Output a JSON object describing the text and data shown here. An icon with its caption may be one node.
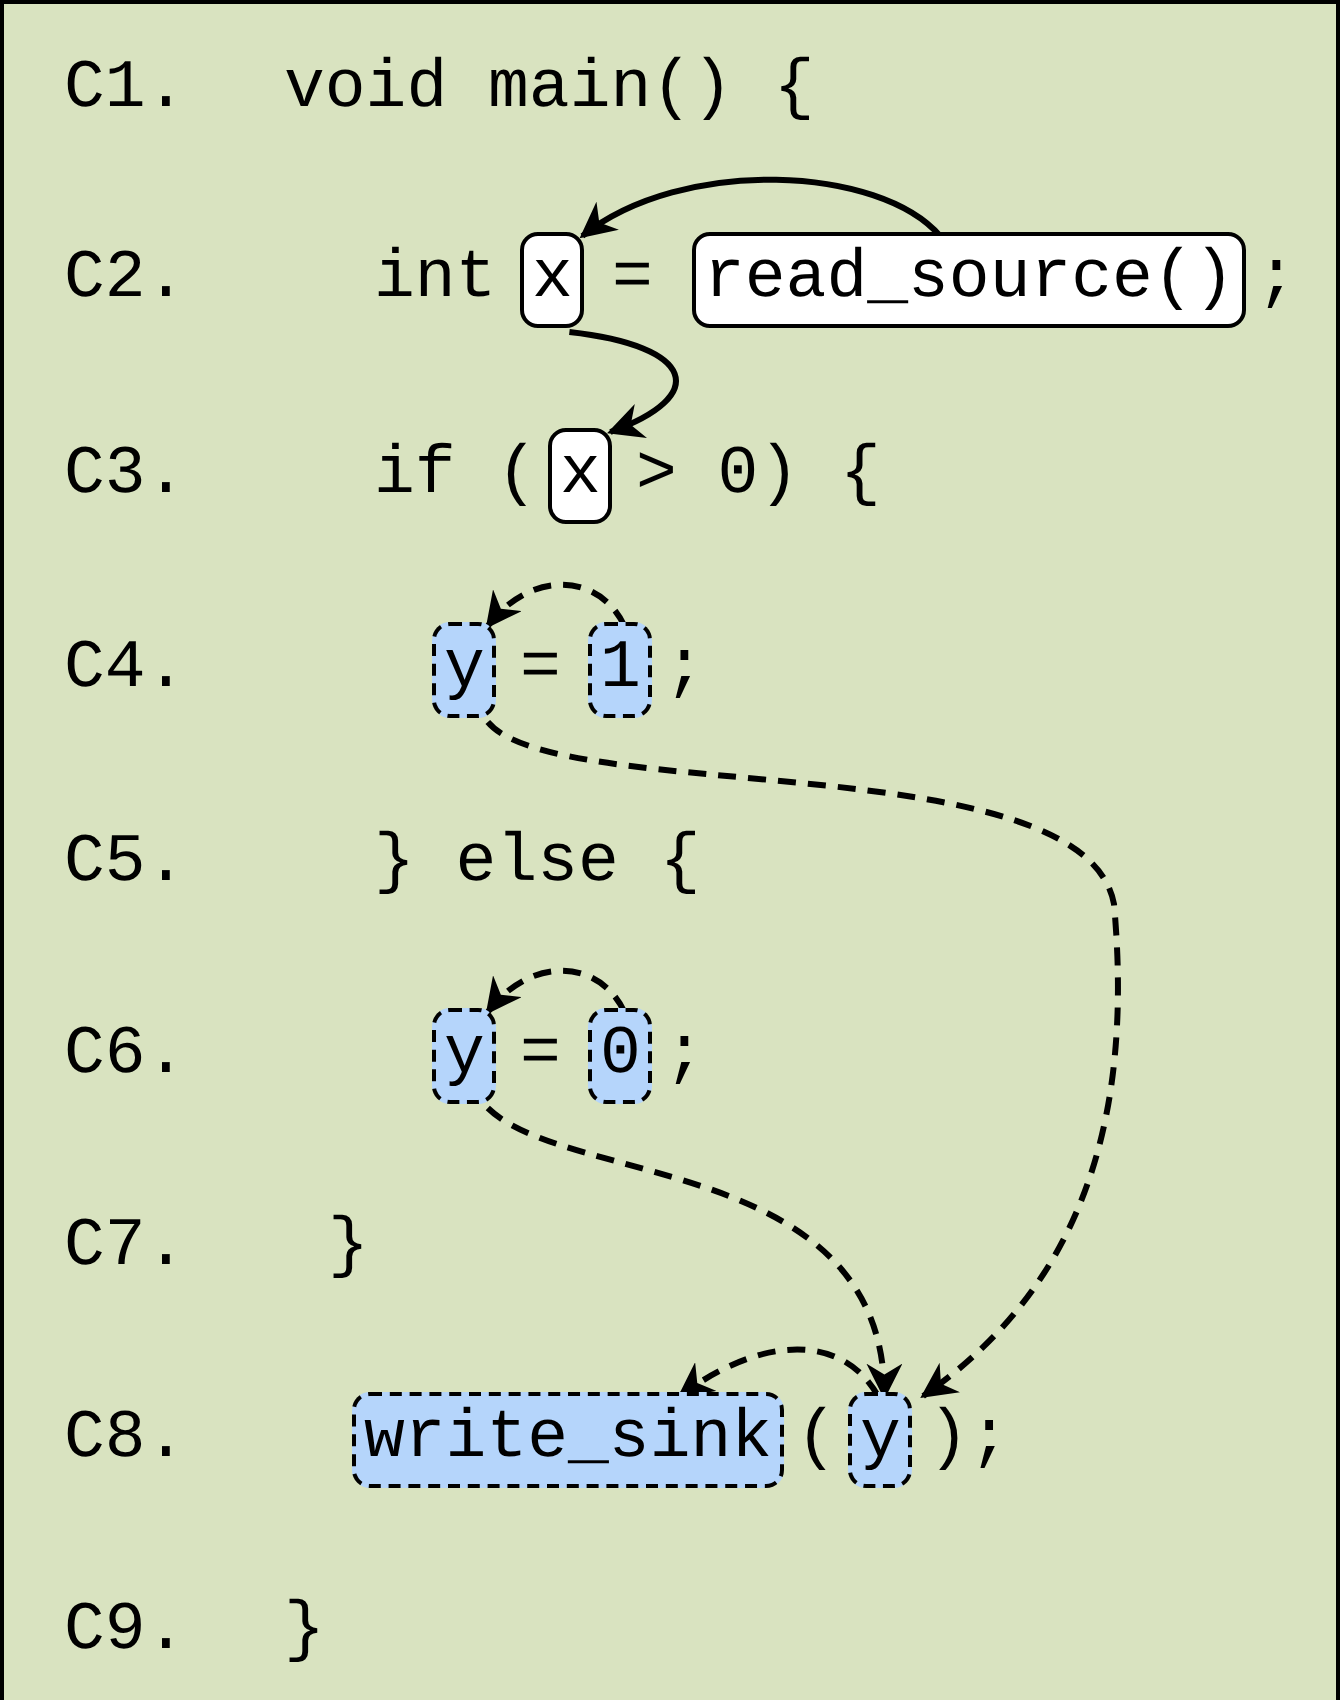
{
  "diagram": {
    "nodes": [
      {
        "text": [
          "x"
        ]
      },
      {
        "text": [
          "read_source()"
        ]
      },
      {
        "text": [
          "x"
        ]
      },
      {
        "text": [
          "y"
        ]
      },
      {
        "text": [
          "1"
        ]
      },
      {
        "text": [
          "y"
        ]
      },
      {
        "text": [
          "0"
        ]
      },
      {
        "text": [
          "write_sink"
        ]
      },
      {
        "text": [
          "y"
        ]
      }
    ],
    "edges": [
      {
        "from": 1,
        "to": 0,
        "arrow": "to"
      },
      {
        "from": 0,
        "to": 2,
        "arrow": "to"
      },
      {
        "from": 4,
        "to": 3,
        "arrow": "to",
        "style": "dashed"
      },
      {
        "from": 3,
        "to": 8,
        "arrow": "to",
        "style": "dashed"
      },
      {
        "from": 6,
        "to": 5,
        "arrow": "to",
        "style": "dashed"
      },
      {
        "from": 5,
        "to": 8,
        "arrow": "to",
        "style": "dashed"
      },
      {
        "from": 8,
        "to": 7,
        "arrow": "to",
        "style": "dashed"
      }
    ],
    "labels": [
      "C1.",
      "void main() {",
      "C2.",
      "int",
      "=",
      ";",
      "C3.",
      "if (",
      "> 0) {",
      "C4.",
      "=",
      ";",
      "C5.",
      "} else {",
      "C6.",
      "=",
      ";",
      "C7.",
      "}",
      "C8.",
      "(",
      ");",
      "C9.",
      "}"
    ]
  }
}
